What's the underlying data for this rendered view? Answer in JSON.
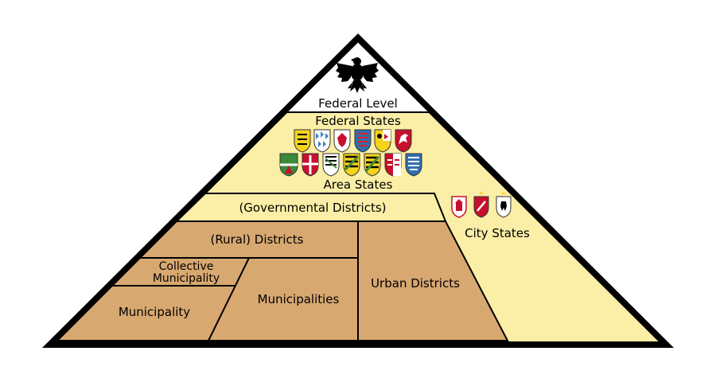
{
  "diagram": {
    "levels": {
      "federal": "Federal Level",
      "federal_states": "Federal States",
      "area_states": "Area States",
      "governmental_districts": "(Governmental Districts)",
      "rural_districts": "(Rural) Districts",
      "collective_municipality_line1": "Collective",
      "collective_municipality_line2": "Municipality",
      "municipality": "Municipality",
      "municipalities": "Municipalities",
      "urban_districts": "Urban Districts",
      "city_states": "City States"
    },
    "area_state_crests_row1": [
      "baden-wuerttemberg-crest",
      "bavaria-crest",
      "brandenburg-crest",
      "hesse-crest",
      "mecklenburg-vorpommern-crest",
      "lower-saxony-crest",
      "saarland-crest"
    ],
    "area_state_crests_row2": [
      "north-rhine-westphalia-crest",
      "rhineland-palatinate-crest",
      "saxony-anhalt-crest",
      "saxony-crest",
      "schleswig-holstein-crest",
      "thuringia-crest",
      "hesse-crest-2"
    ],
    "city_state_crests": [
      "hamburg-crest",
      "bremen-crest",
      "berlin-crest"
    ],
    "colors": {
      "light_fill": "#fbeea6",
      "dark_fill": "#d8a871",
      "white_fill": "#ffffff",
      "border": "#000000"
    }
  }
}
